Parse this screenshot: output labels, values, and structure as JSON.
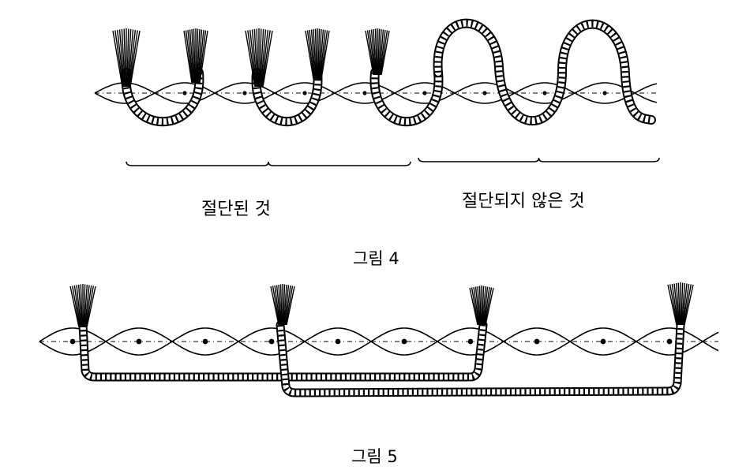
{
  "figure4": {
    "label_cut": "절단된 것",
    "label_uncut": "절단되지 않은 것",
    "caption": "그림 4"
  },
  "figure5": {
    "caption": "그림 5"
  }
}
